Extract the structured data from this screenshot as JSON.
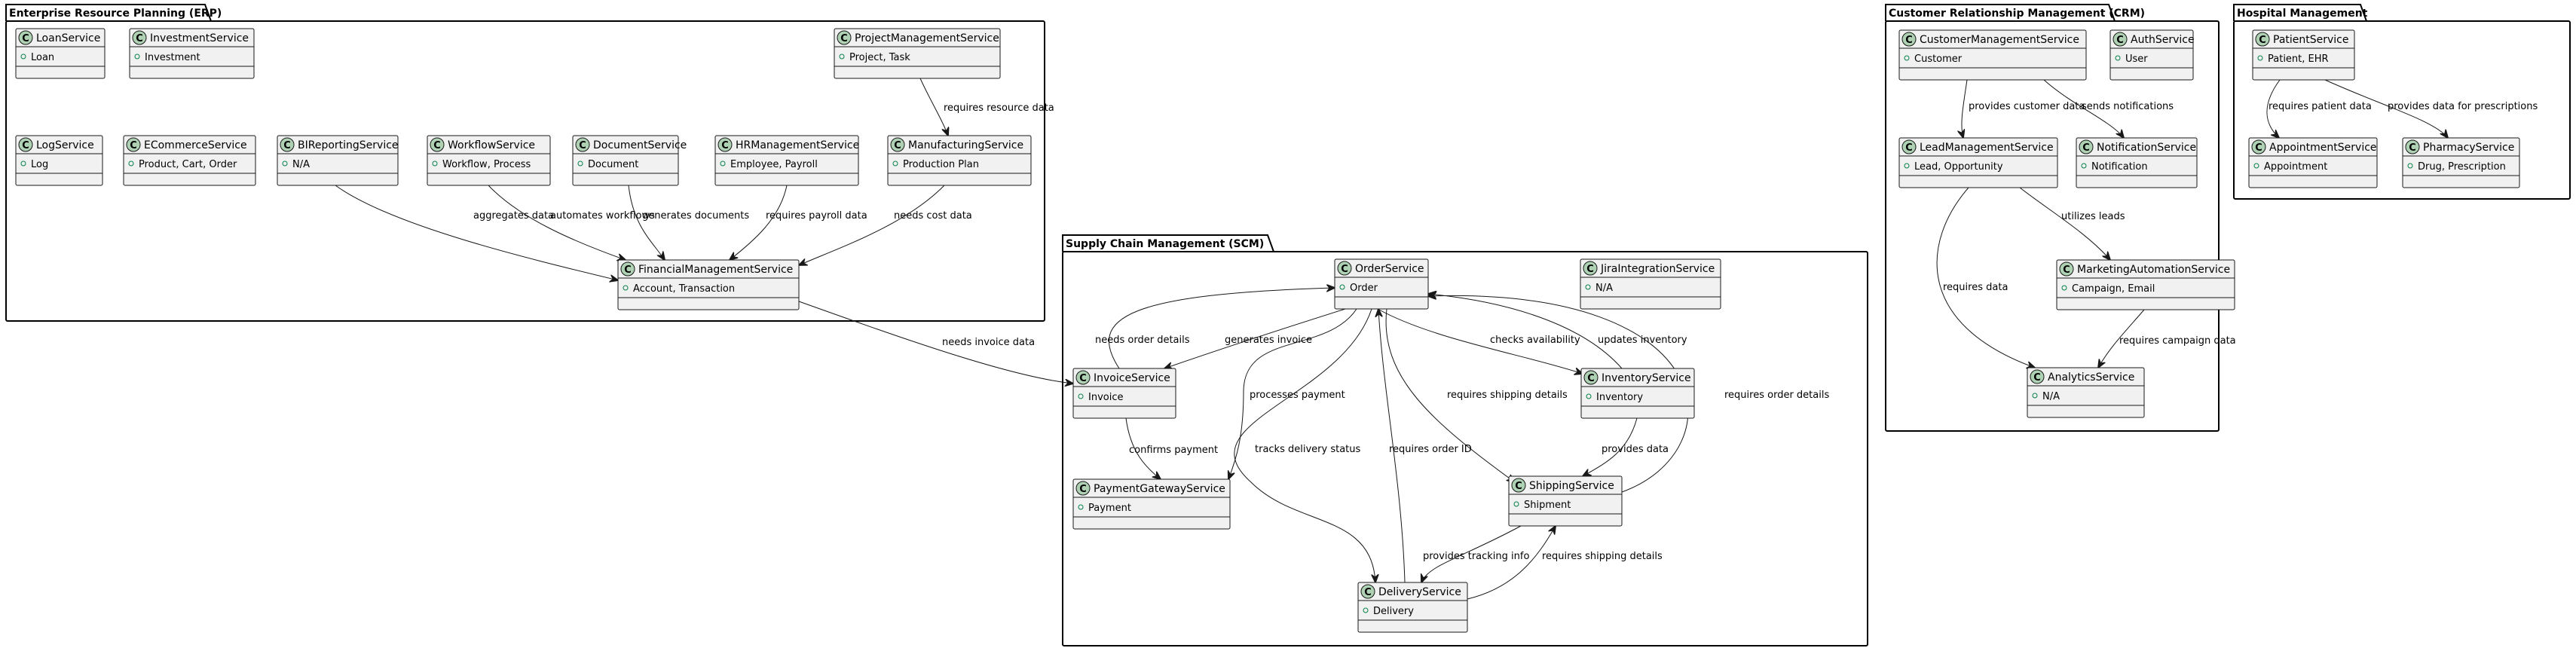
{
  "packages": [
    {
      "id": "erp",
      "title": "Enterprise Resource Planning (ERP)"
    },
    {
      "id": "scm",
      "title": "Supply Chain Management (SCM)"
    },
    {
      "id": "crm",
      "title": "Customer Relationship Management (CRM)"
    },
    {
      "id": "hospital",
      "title": "Hospital Management"
    }
  ],
  "classes": [
    {
      "id": "LoanService",
      "name": "LoanService",
      "attribute": "Loan"
    },
    {
      "id": "InvestmentService",
      "name": "InvestmentService",
      "attribute": "Investment"
    },
    {
      "id": "ProjectManagementService",
      "name": "ProjectManagementService",
      "attribute": "Project, Task"
    },
    {
      "id": "LogService",
      "name": "LogService",
      "attribute": "Log"
    },
    {
      "id": "ECommerceService",
      "name": "ECommerceService",
      "attribute": "Product, Cart, Order"
    },
    {
      "id": "BIReportingService",
      "name": "BIReportingService",
      "attribute": "N/A"
    },
    {
      "id": "WorkflowService",
      "name": "WorkflowService",
      "attribute": "Workflow, Process"
    },
    {
      "id": "DocumentService",
      "name": "DocumentService",
      "attribute": "Document"
    },
    {
      "id": "HRManagementService",
      "name": "HRManagementService",
      "attribute": "Employee, Payroll"
    },
    {
      "id": "ManufacturingService",
      "name": "ManufacturingService",
      "attribute": "Production Plan"
    },
    {
      "id": "FinancialManagementService",
      "name": "FinancialManagementService",
      "attribute": "Account, Transaction"
    },
    {
      "id": "OrderService",
      "name": "OrderService",
      "attribute": "Order"
    },
    {
      "id": "JiraIntegrationService",
      "name": "JiraIntegrationService",
      "attribute": "N/A"
    },
    {
      "id": "InvoiceService",
      "name": "InvoiceService",
      "attribute": "Invoice"
    },
    {
      "id": "InventoryService",
      "name": "InventoryService",
      "attribute": "Inventory"
    },
    {
      "id": "PaymentGatewayService",
      "name": "PaymentGatewayService",
      "attribute": "Payment"
    },
    {
      "id": "ShippingService",
      "name": "ShippingService",
      "attribute": "Shipment"
    },
    {
      "id": "DeliveryService",
      "name": "DeliveryService",
      "attribute": "Delivery"
    },
    {
      "id": "CustomerManagementService",
      "name": "CustomerManagementService",
      "attribute": "Customer"
    },
    {
      "id": "AuthService",
      "name": "AuthService",
      "attribute": "User"
    },
    {
      "id": "LeadManagementService",
      "name": "LeadManagementService",
      "attribute": "Lead, Opportunity"
    },
    {
      "id": "NotificationService",
      "name": "NotificationService",
      "attribute": "Notification"
    },
    {
      "id": "MarketingAutomationService",
      "name": "MarketingAutomationService",
      "attribute": "Campaign, Email"
    },
    {
      "id": "AnalyticsService",
      "name": "AnalyticsService",
      "attribute": "N/A"
    },
    {
      "id": "PatientService",
      "name": "PatientService",
      "attribute": "Patient, EHR"
    },
    {
      "id": "AppointmentService",
      "name": "AppointmentService",
      "attribute": "Appointment"
    },
    {
      "id": "PharmacyService",
      "name": "PharmacyService",
      "attribute": "Drug, Prescription"
    }
  ],
  "relations": [
    {
      "id": "r1",
      "from": "ProjectManagementService",
      "to": "ManufacturingService",
      "label": "requires resource data"
    },
    {
      "id": "r2",
      "from": "BIReportingService",
      "to": "FinancialManagementService",
      "label": "aggregates data"
    },
    {
      "id": "r3",
      "from": "WorkflowService",
      "to": "FinancialManagementService",
      "label": "automates workflows"
    },
    {
      "id": "r4",
      "from": "DocumentService",
      "to": "FinancialManagementService",
      "label": "generates documents"
    },
    {
      "id": "r5",
      "from": "HRManagementService",
      "to": "FinancialManagementService",
      "label": "requires payroll data"
    },
    {
      "id": "r6",
      "from": "ManufacturingService",
      "to": "FinancialManagementService",
      "label": "needs cost data"
    },
    {
      "id": "r7",
      "from": "FinancialManagementService",
      "to": "InvoiceService",
      "label": "needs invoice data"
    },
    {
      "id": "r8",
      "from": "InvoiceService",
      "to": "OrderService",
      "label": "needs order details"
    },
    {
      "id": "r9",
      "from": "OrderService",
      "to": "InvoiceService",
      "label": "generates invoice"
    },
    {
      "id": "r10",
      "from": "OrderService",
      "to": "PaymentGatewayService",
      "label": "processes payment"
    },
    {
      "id": "r11",
      "from": "InvoiceService",
      "to": "PaymentGatewayService",
      "label": "confirms payment"
    },
    {
      "id": "r12",
      "from": "OrderService",
      "to": "InventoryService",
      "label": "checks availability"
    },
    {
      "id": "r13",
      "from": "InventoryService",
      "to": "OrderService",
      "label": "updates inventory"
    },
    {
      "id": "r14",
      "from": "OrderService",
      "to": "ShippingService",
      "label": "requires shipping details"
    },
    {
      "id": "r15",
      "from": "ShippingService",
      "to": "OrderService",
      "label": "requires order details"
    },
    {
      "id": "r16",
      "from": "InventoryService",
      "to": "ShippingService",
      "label": "provides data"
    },
    {
      "id": "r17",
      "from": "OrderService",
      "to": "DeliveryService",
      "label": "tracks delivery status"
    },
    {
      "id": "r18",
      "from": "DeliveryService",
      "to": "OrderService",
      "label": "requires order ID"
    },
    {
      "id": "r19",
      "from": "ShippingService",
      "to": "DeliveryService",
      "label": "provides tracking info"
    },
    {
      "id": "r20",
      "from": "DeliveryService",
      "to": "ShippingService",
      "label": "requires shipping details"
    },
    {
      "id": "r21",
      "from": "CustomerManagementService",
      "to": "LeadManagementService",
      "label": "provides customer data"
    },
    {
      "id": "r22",
      "from": "CustomerManagementService",
      "to": "NotificationService",
      "label": "sends notifications"
    },
    {
      "id": "r23",
      "from": "LeadManagementService",
      "to": "AnalyticsService",
      "label": "requires data"
    },
    {
      "id": "r24",
      "from": "LeadManagementService",
      "to": "MarketingAutomationService",
      "label": "utilizes leads"
    },
    {
      "id": "r25",
      "from": "MarketingAutomationService",
      "to": "AnalyticsService",
      "label": "requires campaign data"
    },
    {
      "id": "r26",
      "from": "PatientService",
      "to": "AppointmentService",
      "label": "requires patient data"
    },
    {
      "id": "r27",
      "from": "PatientService",
      "to": "PharmacyService",
      "label": "provides data for prescriptions"
    }
  ]
}
